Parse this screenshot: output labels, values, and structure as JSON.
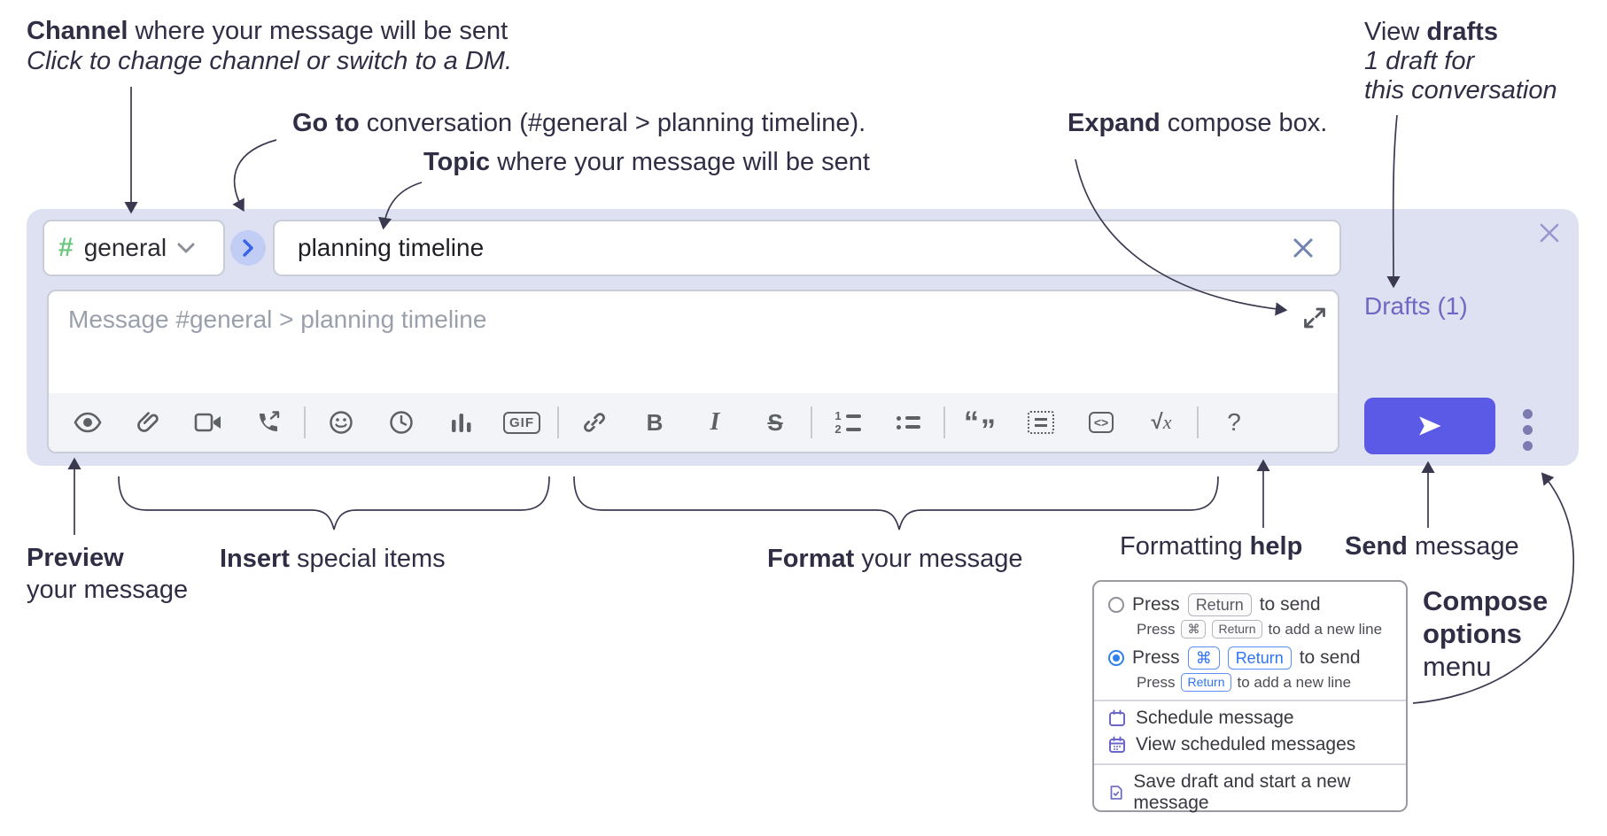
{
  "annotations": {
    "channel_bold": "Channel",
    "channel_rest": " where your message will be sent",
    "channel_line2": "Click to change channel or switch to a DM.",
    "goto_bold": "Go to",
    "goto_rest": " conversation (#general > planning timeline).",
    "topic_bold": "Topic",
    "topic_rest": " where your message will be sent",
    "drafts_pre": "View ",
    "drafts_bold": "drafts",
    "drafts_line2": "1 draft for",
    "drafts_line3": "this conversation",
    "expand_bold": "Expand",
    "expand_rest": " compose box.",
    "preview_bold": "Preview",
    "preview_line2": "your message",
    "insert_bold": "Insert",
    "insert_rest": " special items",
    "format_bold": "Format",
    "format_rest": " your message",
    "help_pre": "Formatting ",
    "help_bold": "help",
    "send_bold": "Send",
    "send_rest": " message",
    "options_line1": "Compose",
    "options_line2": "options",
    "options_line3": "menu"
  },
  "compose": {
    "channel": {
      "hash": "#",
      "label": "general"
    },
    "topic_value": "planning timeline",
    "message_placeholder": "Message #general > planning timeline",
    "drafts_link": "Drafts (1)",
    "toolbar": {
      "gif": "GIF",
      "bold": "B",
      "italic": "I",
      "strike": "S",
      "ol1": "1",
      "ol2": "2",
      "quote_open": "“",
      "quote_close": "”",
      "code": "<>",
      "sqrt": "√",
      "math_x": "x",
      "help": "?"
    }
  },
  "popup": {
    "option1": {
      "press": "Press",
      "key1": "Return",
      "suffix": "to send"
    },
    "option1_sub": {
      "press": "Press",
      "key1": "⌘",
      "key2": "Return",
      "suffix": "to add a new line"
    },
    "option2": {
      "press": "Press",
      "key1": "⌘",
      "key2": "Return",
      "suffix": "to send"
    },
    "option2_sub": {
      "press": "Press",
      "key1": "Return",
      "suffix": "to add a new line"
    },
    "items": [
      "Schedule message",
      "View scheduled messages",
      "Save draft and start a new message"
    ]
  },
  "colors": {
    "container_bg": "#dee1f1",
    "toolbar_bg": "#f3f4f7",
    "send_button": "#5a5ae6",
    "hash_green": "#6bc77d",
    "goto_circle_bg": "#c2cdf6",
    "goto_chevron": "#3b63e8",
    "drafts_link": "#6f68c2",
    "annotation_text": "#2f2e45",
    "icon_gray": "#5d6166",
    "blue_accent": "#2f80ed",
    "menu_icon_purple": "#6b66c9",
    "close_x_purple": "#9b95d0",
    "topic_x_slate": "#7183ae",
    "placeholder_gray": "#9aa0ab"
  }
}
